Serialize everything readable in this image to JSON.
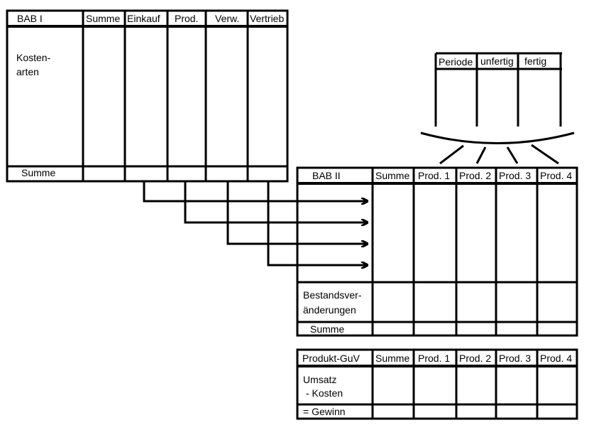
{
  "bab1": {
    "title": "BAB I",
    "columns": [
      "Summe",
      "Einkauf",
      "Prod.",
      "Verw.",
      "Vertrieb"
    ],
    "row_label_line1": "Kosten-",
    "row_label_line2": "arten",
    "sum_label": "Summe"
  },
  "periode": {
    "columns": [
      "Periode",
      "unfertig",
      "fertig"
    ]
  },
  "bab2": {
    "title": "BAB II",
    "columns": [
      "Summe",
      "Prod. 1",
      "Prod. 2",
      "Prod. 3",
      "Prod. 4"
    ],
    "bestand_line1": "Bestandsver-",
    "bestand_line2": "änderungen",
    "sum_label": "Summe"
  },
  "guv": {
    "title": "Produkt-GuV",
    "columns": [
      "Summe",
      "Prod. 1",
      "Prod. 2",
      "Prod. 3",
      "Prod. 4"
    ],
    "umsatz_line1": "Umsatz",
    "umsatz_line2": "- Kosten",
    "gewinn_label": "= Gewinn"
  }
}
